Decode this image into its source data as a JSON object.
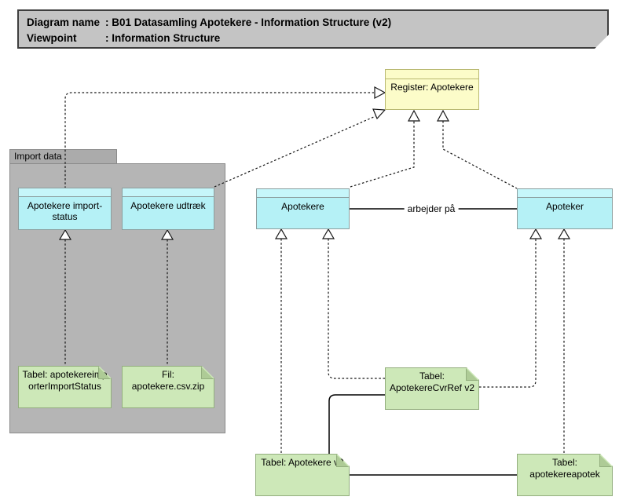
{
  "title_block": {
    "rows": [
      {
        "label": "Diagram name",
        "value": ": B01 Datasamling Apotekere - Information Structure (v2)"
      },
      {
        "label": "Viewpoint",
        "value": ": Information Structure"
      }
    ]
  },
  "group": {
    "import_data_label": "Import data"
  },
  "nodes": {
    "register": {
      "label": "Register: Apotekere",
      "fill": "#fcfcc9"
    },
    "import_status": {
      "label": "Apotekere import-status",
      "fill": "#b5f1f6"
    },
    "udtraek": {
      "label": "Apotekere udtræk",
      "fill": "#b5f1f6"
    },
    "apotekere": {
      "label": "Apotekere",
      "fill": "#b5f1f6"
    },
    "apoteker": {
      "label": "Apoteker",
      "fill": "#b5f1f6"
    },
    "note_import_status": {
      "label": "Tabel: apotekereimporterImportStatus",
      "fill": "#cde8b8"
    },
    "note_fil": {
      "label": "Fil: apotekere.csv.zip",
      "fill": "#cde8b8"
    },
    "note_cvrref": {
      "label": "Tabel: ApotekereCvrRef v2",
      "fill": "#cde8b8"
    },
    "note_apotekere_v2": {
      "label": "Tabel: Apotekere v2",
      "fill": "#cde8b8"
    },
    "note_apotekereapotek": {
      "label": "Tabel: apotekereapotek",
      "fill": "#cde8b8"
    }
  },
  "relations": {
    "arbejder_pa_label": "arbejder på"
  },
  "colors": {
    "title_gray": "#c4c4c4",
    "folder_gray": "#b5b5b5",
    "object_cyan": "#b5f1f6",
    "register_yellow": "#fcfcc9",
    "note_green": "#cde8b8"
  }
}
